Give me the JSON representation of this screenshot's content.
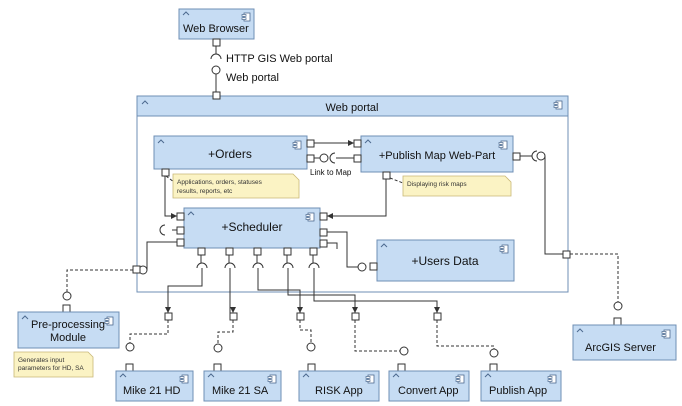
{
  "components": {
    "web_browser": "Web Browser",
    "web_portal": "Web portal",
    "orders": "+Orders",
    "publish_map": "+Publish Map Web-Part",
    "scheduler": "+Scheduler",
    "users_data": "+Users Data",
    "preprocessing_line1": "Pre-processing",
    "preprocessing_line2": "Module",
    "arcgis": "ArcGIS Server",
    "mike_hd": "Mike 21 HD",
    "mike_sa": "Mike 21 SA",
    "risk": "RISK App",
    "convert": "Convert App",
    "publish_app": "Publish App"
  },
  "interfaces": {
    "http_portal": "HTTP GIS Web portal",
    "web_portal": "Web portal",
    "link_to_map": "Link to Map"
  },
  "notes": {
    "orders_line1": "Applications, orders, statuses",
    "orders_line2": "results, reports, etc",
    "publish": "Displaying risk maps",
    "pre_line1": "Generates input",
    "pre_line2": "parameters for HD, SA"
  },
  "icons": {
    "component": "component-icon",
    "collapse": "chevron-up-icon"
  },
  "colors": {
    "component_fill": "#c6dcf3",
    "component_border": "#6f8fb4",
    "note_fill": "#fbf3c4"
  }
}
